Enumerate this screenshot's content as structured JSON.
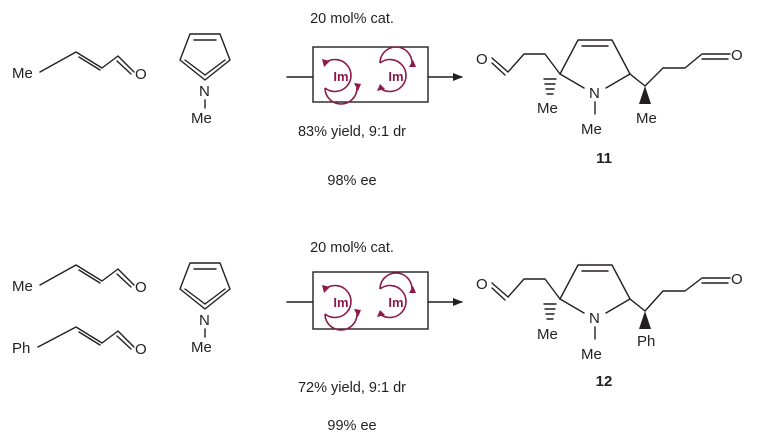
{
  "reaction1": {
    "catalyst": "20 mol% cat.",
    "yield_dr": "83% yield, 9:1 dr",
    "ee": "98% ee",
    "product_number": "11",
    "catalyst_labels": [
      "Im",
      "Im"
    ]
  },
  "reaction2": {
    "catalyst": "20 mol% cat.",
    "yield_dr": "72% yield, 9:1 dr",
    "ee": "99% ee",
    "product_number": "12",
    "catalyst_labels": [
      "Im",
      "Im"
    ]
  },
  "atoms": {
    "methyl": "Me",
    "phenyl": "Ph",
    "oxygen": "O",
    "nitrogen": "N"
  },
  "colors": {
    "catalyst_accent": "#8b1a4a",
    "ink": "#231f20"
  }
}
